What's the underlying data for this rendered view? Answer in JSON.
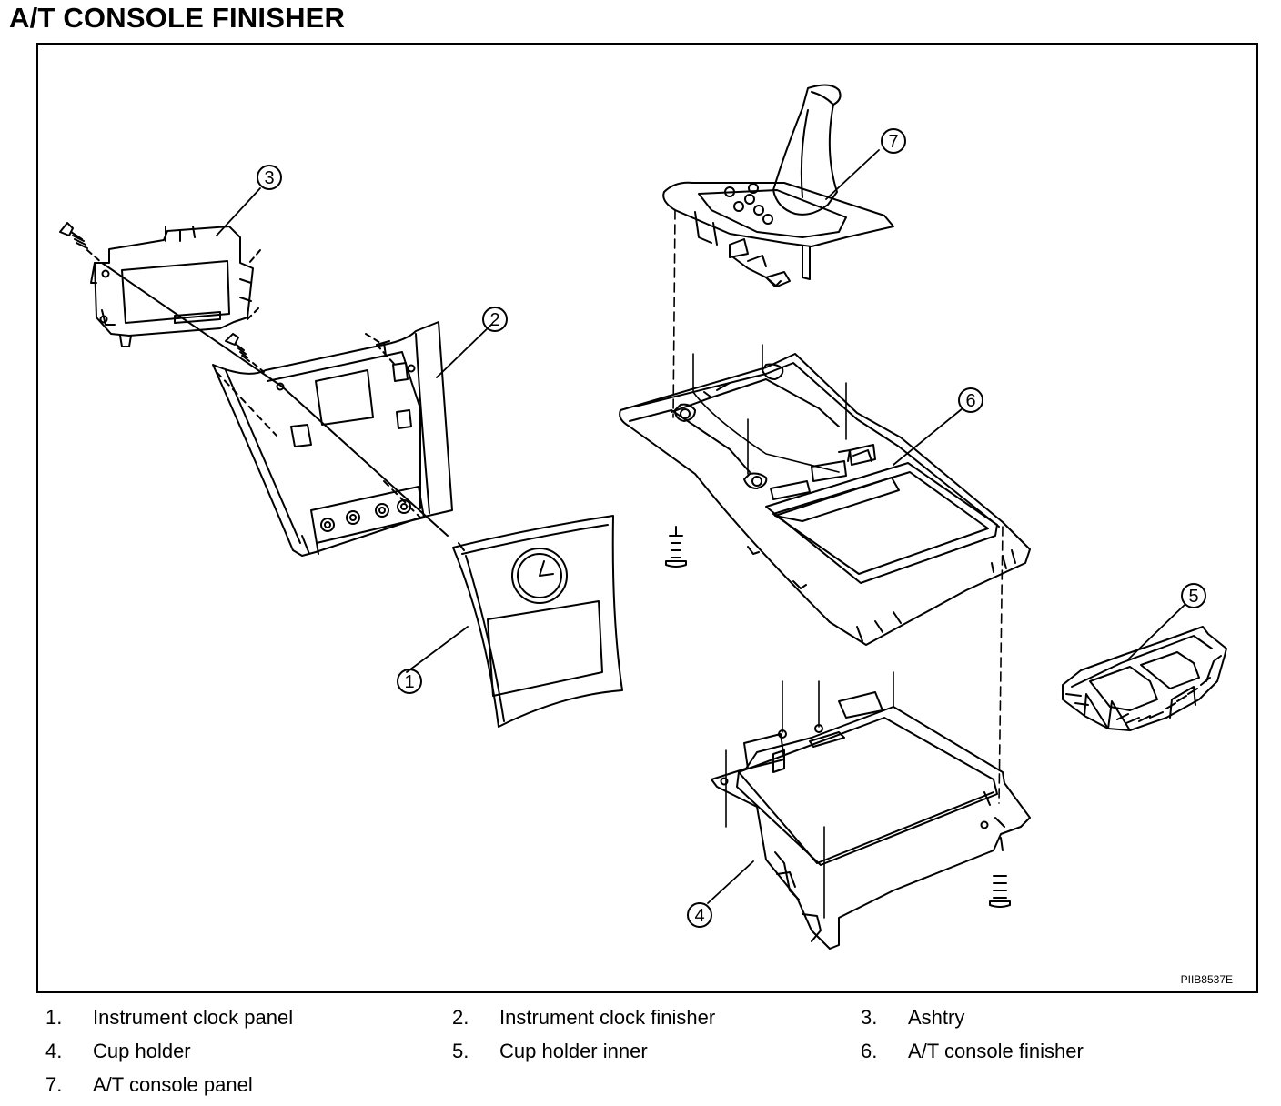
{
  "title": "A/T CONSOLE FINISHER",
  "figure_id": "PIIB8537E",
  "callouts": [
    {
      "num": "1",
      "label": "Instrument clock panel"
    },
    {
      "num": "2",
      "label": "Instrument clock finisher"
    },
    {
      "num": "3",
      "label": "Ashtry"
    },
    {
      "num": "4",
      "label": "Cup holder"
    },
    {
      "num": "5",
      "label": "Cup holder inner"
    },
    {
      "num": "6",
      "label": "A/T console finisher"
    },
    {
      "num": "7",
      "label": "A/T console panel"
    }
  ],
  "legend": [
    {
      "num": "1.",
      "label": "Instrument clock panel"
    },
    {
      "num": "2.",
      "label": "Instrument clock finisher"
    },
    {
      "num": "3.",
      "label": "Ashtry"
    },
    {
      "num": "4.",
      "label": "Cup holder"
    },
    {
      "num": "5.",
      "label": "Cup holder inner"
    },
    {
      "num": "6.",
      "label": "A/T console finisher"
    },
    {
      "num": "7.",
      "label": "A/T console panel"
    }
  ]
}
